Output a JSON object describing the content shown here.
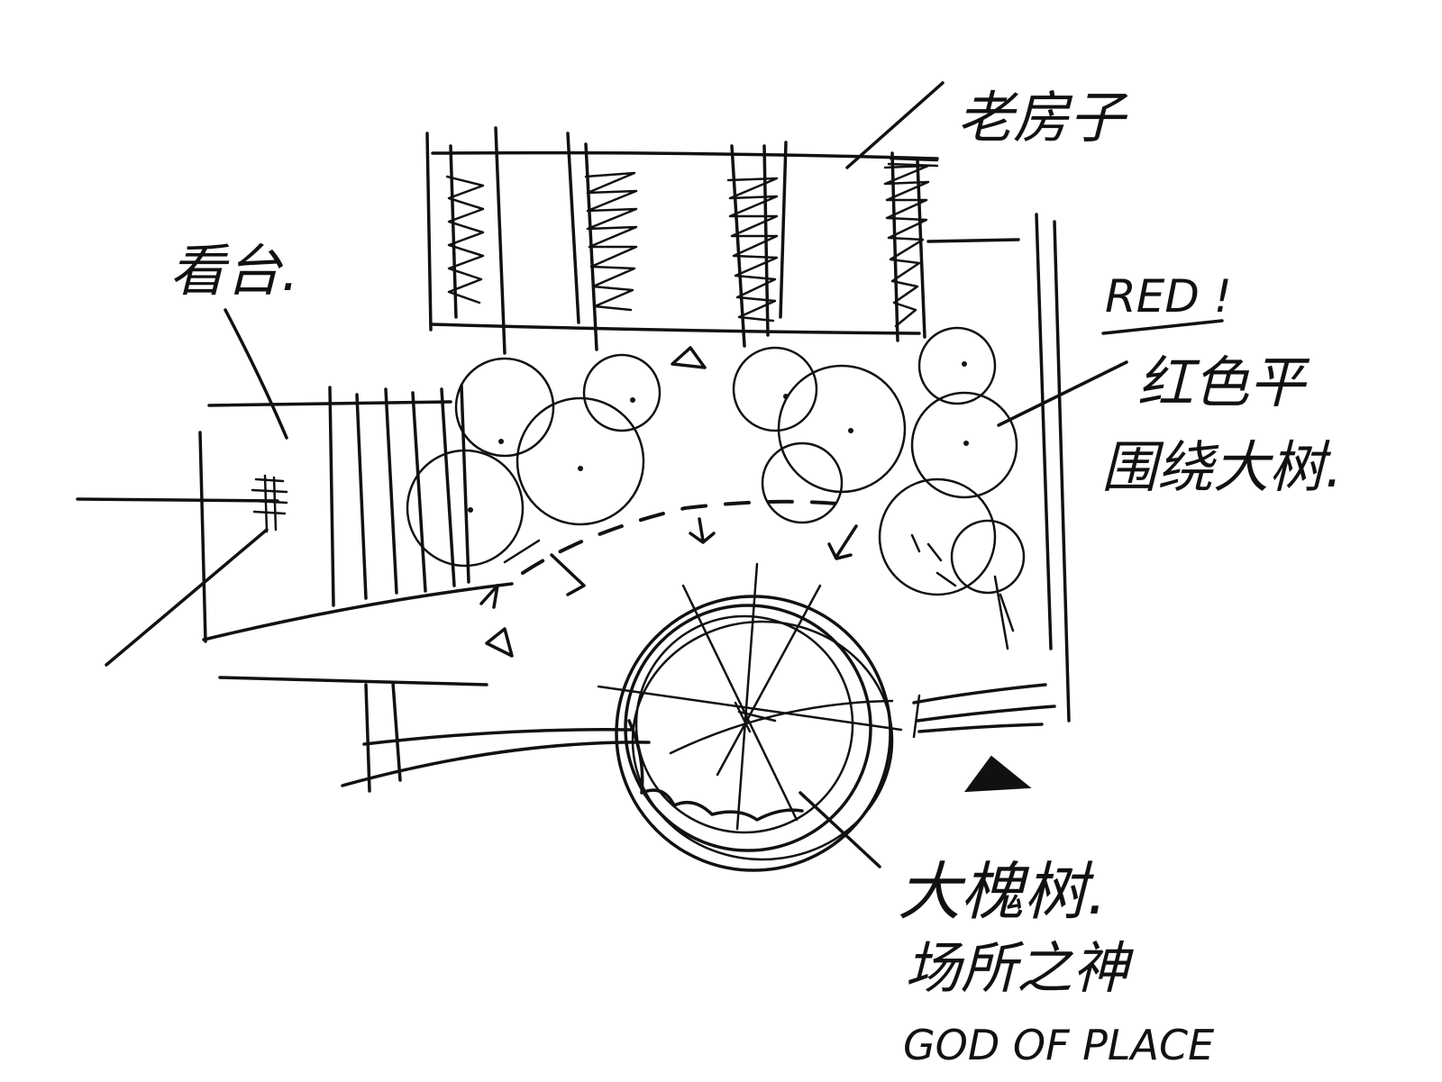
{
  "labels": {
    "old_houses": "老房子",
    "viewing_platform": "看台.",
    "red_section": "RED !",
    "red_section_note": "红色平",
    "surround_trees": "围绕大树.",
    "big_tree": "大槐树.",
    "genius_loci": "场所之神",
    "genius_loci_en": "GOD OF PLACE"
  },
  "colors": {
    "ink": "#111111",
    "paper": "#ffffff"
  }
}
